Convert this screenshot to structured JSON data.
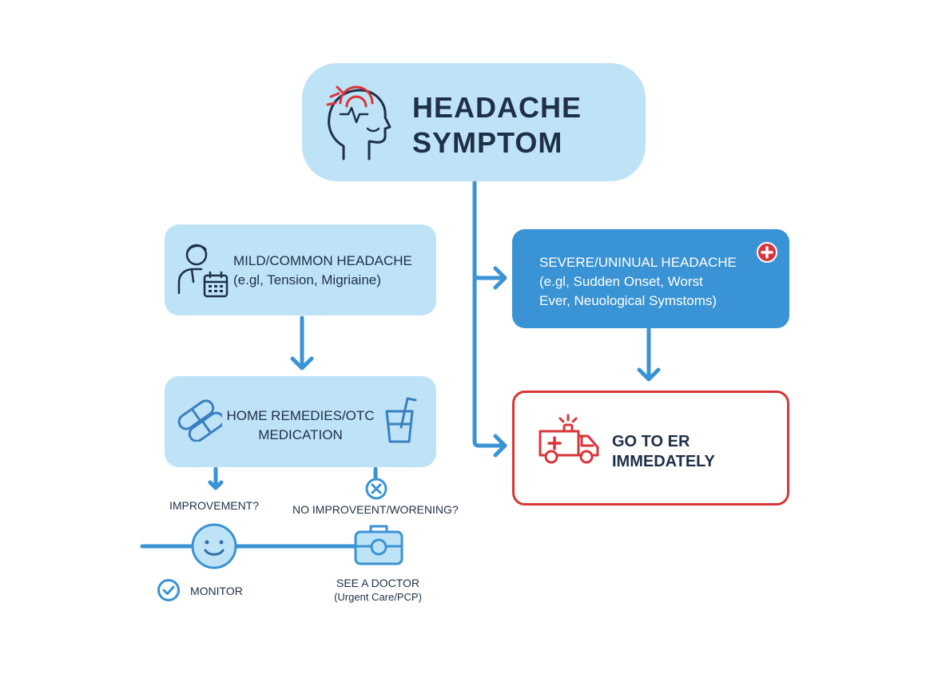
{
  "colors": {
    "light_box": "#bfe3f6",
    "dark_box": "#3a93d4",
    "connector": "#3a93d4",
    "alert_red": "#d8353a",
    "text_dark": "#1d3047"
  },
  "nodes": {
    "top": {
      "title_line1": "HEADACHE",
      "title_line2": "SYMPTOM",
      "icon": "head-pain-icon"
    },
    "mild": {
      "line1": "MILD/COMMON HEADACHE",
      "line2": "(e.gl, Tension, Migriaine)",
      "icon": "person-calendar-icon"
    },
    "home": {
      "line1": "HOME REMEDIES/OTC",
      "line2": "MEDICATION",
      "icons": [
        "pill-icon",
        "glass-icon"
      ]
    },
    "severe": {
      "line1": "SEVERE/UNINUAL HEADACHE",
      "line2": "(e.gl, Sudden Onset, Worst",
      "line3": "Ever, Neuological Symstoms)",
      "icon": "medical-cross-icon"
    },
    "er": {
      "line1": "GO TO ER",
      "line2": "IMMEDATELY",
      "icon": "ambulance-icon"
    }
  },
  "outcomes": {
    "improvement": "IMPROVEMENT?",
    "no_improvement": "NO IMPROVEENT/WORENING?",
    "monitor": "MONITOR",
    "doctor_line1": "SEE A DOCTOR",
    "doctor_line2": "(Urgent Care/PCP)"
  }
}
